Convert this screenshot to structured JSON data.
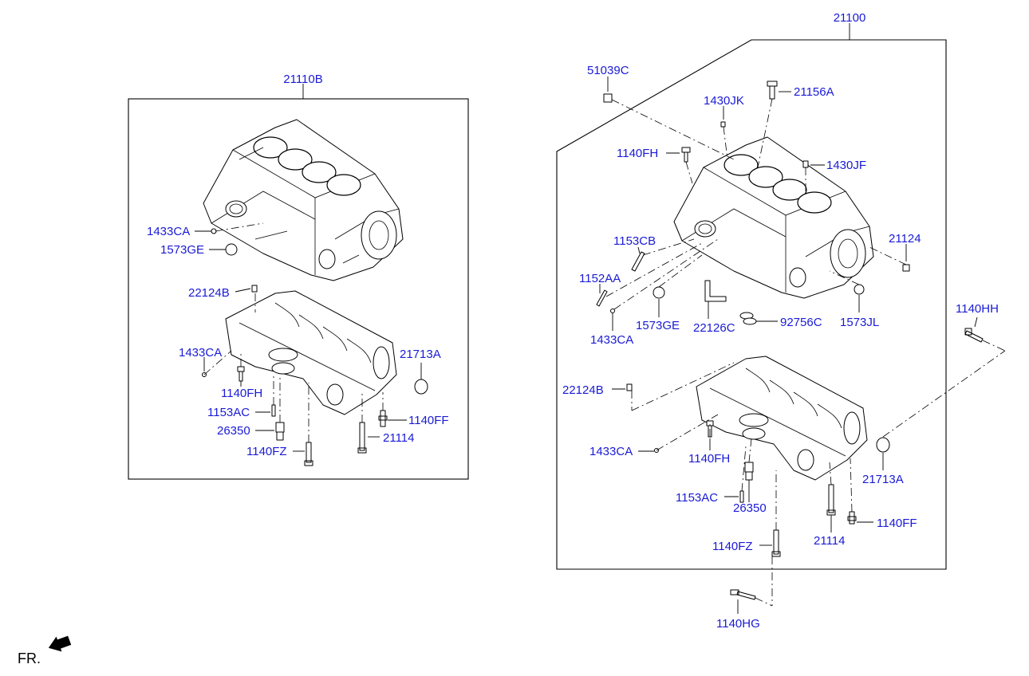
{
  "left_assembly": {
    "title": "21110B",
    "labels": {
      "plug_1433ca": "1433CA",
      "plug_1573ge": "1573GE",
      "pin_22124b": "22124B",
      "plug_1433ca_2": "1433CA",
      "bolt_1140fh": "1140FH",
      "pin_1153ac": "1153AC",
      "sensor_26350": "26350",
      "bolt_1140fz": "1140FZ",
      "plug_21713a": "21713A",
      "bolt_1140ff": "1140FF",
      "bolt_21114": "21114"
    }
  },
  "right_assembly": {
    "title": "21100",
    "labels": {
      "plug_51039c": "51039C",
      "nozzle_21156a": "21156A",
      "pin_1430jk": "1430JK",
      "bolt_1140fh_top": "1140FH",
      "pin_1430jf": "1430JF",
      "pin_1153cb": "1153CB",
      "pin_21124": "21124",
      "pin_1152aa": "1152AA",
      "plug_1573ge": "1573GE",
      "pipe_22126c": "22126C",
      "oring_92756c": "92756C",
      "plug_1573jl": "1573JL",
      "plug_1433ca": "1433CA",
      "pin_22124b": "22124B",
      "plug_1433ca_2": "1433CA",
      "bolt_1140fh": "1140FH",
      "plug_21713a": "21713A",
      "pin_1153ac": "1153AC",
      "sensor_26350": "26350",
      "bolt_1140ff": "1140FF",
      "bolt_21114": "21114",
      "bolt_1140fz": "1140FZ"
    }
  },
  "external_labels": {
    "bolt_1140hh": "1140HH",
    "bolt_1140hg": "1140HG"
  },
  "front_indicator": "FR.",
  "colors": {
    "label": "#1a1ad6",
    "line": "#000000",
    "background": "#ffffff"
  }
}
